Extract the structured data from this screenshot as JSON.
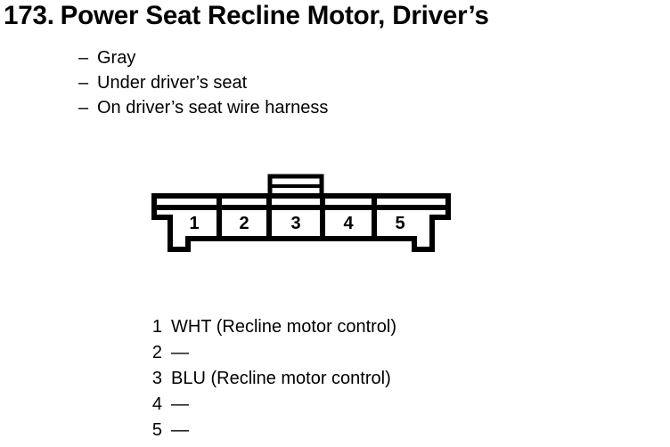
{
  "title": {
    "number": "173.",
    "text": "Power Seat Recline Motor, Driver’s"
  },
  "bullets": [
    {
      "dash": "–",
      "text": "Gray"
    },
    {
      "dash": "–",
      "text": "Under driver’s seat"
    },
    {
      "dash": "–",
      "text": "On driver’s seat wire harness"
    }
  ],
  "connector": {
    "cavity_count": 5,
    "cavity_labels": [
      "1",
      "2",
      "3",
      "4",
      "5"
    ],
    "outline_color": "#000000",
    "fill_color": "#ffffff"
  },
  "legend": {
    "rows": [
      {
        "pin": "1",
        "description": "WHT (Recline motor control)"
      },
      {
        "pin": "2",
        "description": "—"
      },
      {
        "pin": "3",
        "description": "BLU (Recline motor control)"
      },
      {
        "pin": "4",
        "description": "—"
      },
      {
        "pin": "5",
        "description": "—"
      }
    ]
  }
}
